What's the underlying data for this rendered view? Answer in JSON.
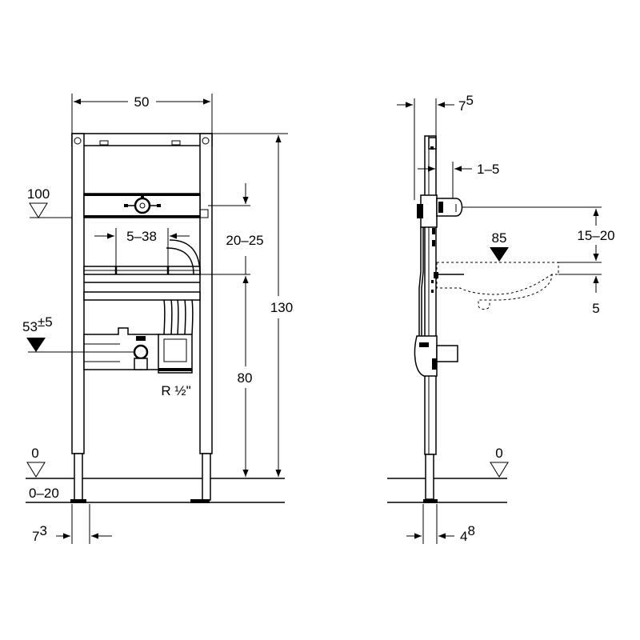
{
  "front_view": {
    "width_label": "50",
    "height_label": "130",
    "level_100": "100",
    "adjust_20_25": "20–25",
    "adjust_5_38": "5–38",
    "level_53": "53",
    "level_53_tol": "±5",
    "level_80": "80",
    "thread_label": "R ½\"",
    "level_0": "0",
    "range_0_20": "0–20",
    "foot_offset": "7",
    "foot_offset_sup": "3"
  },
  "side_view": {
    "depth_top": "7",
    "depth_top_sup": "5",
    "adjust_1_5": "1–5",
    "adjust_15_20": "15–20",
    "level_85": "85",
    "level_5": "5",
    "level_0": "0",
    "depth_bottom": "4",
    "depth_bottom_sup": "8"
  }
}
